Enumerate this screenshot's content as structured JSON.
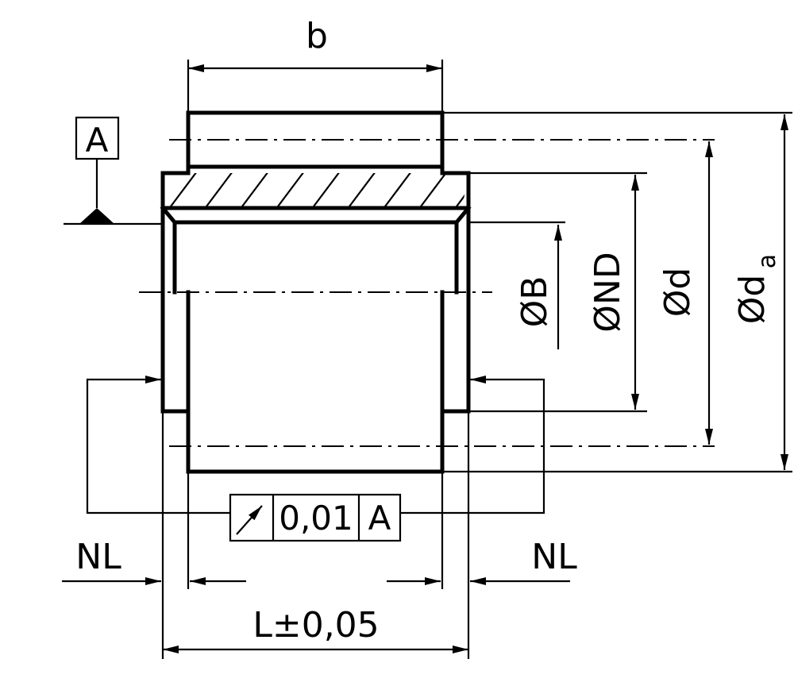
{
  "labels": {
    "face_width": "b",
    "datum": "A",
    "bore_diameter": "ØB",
    "hub_diameter": "ØND",
    "pitch_diameter": "Ød",
    "tip_diameter_main": "Ød",
    "tip_diameter_sub": "a",
    "hub_length_left": "NL",
    "hub_length_right": "NL",
    "overall_length": "L±0,05"
  },
  "tolerance_frame": {
    "symbol": "circular-runout-arrow",
    "value": "0,01",
    "datum_ref": "A"
  }
}
